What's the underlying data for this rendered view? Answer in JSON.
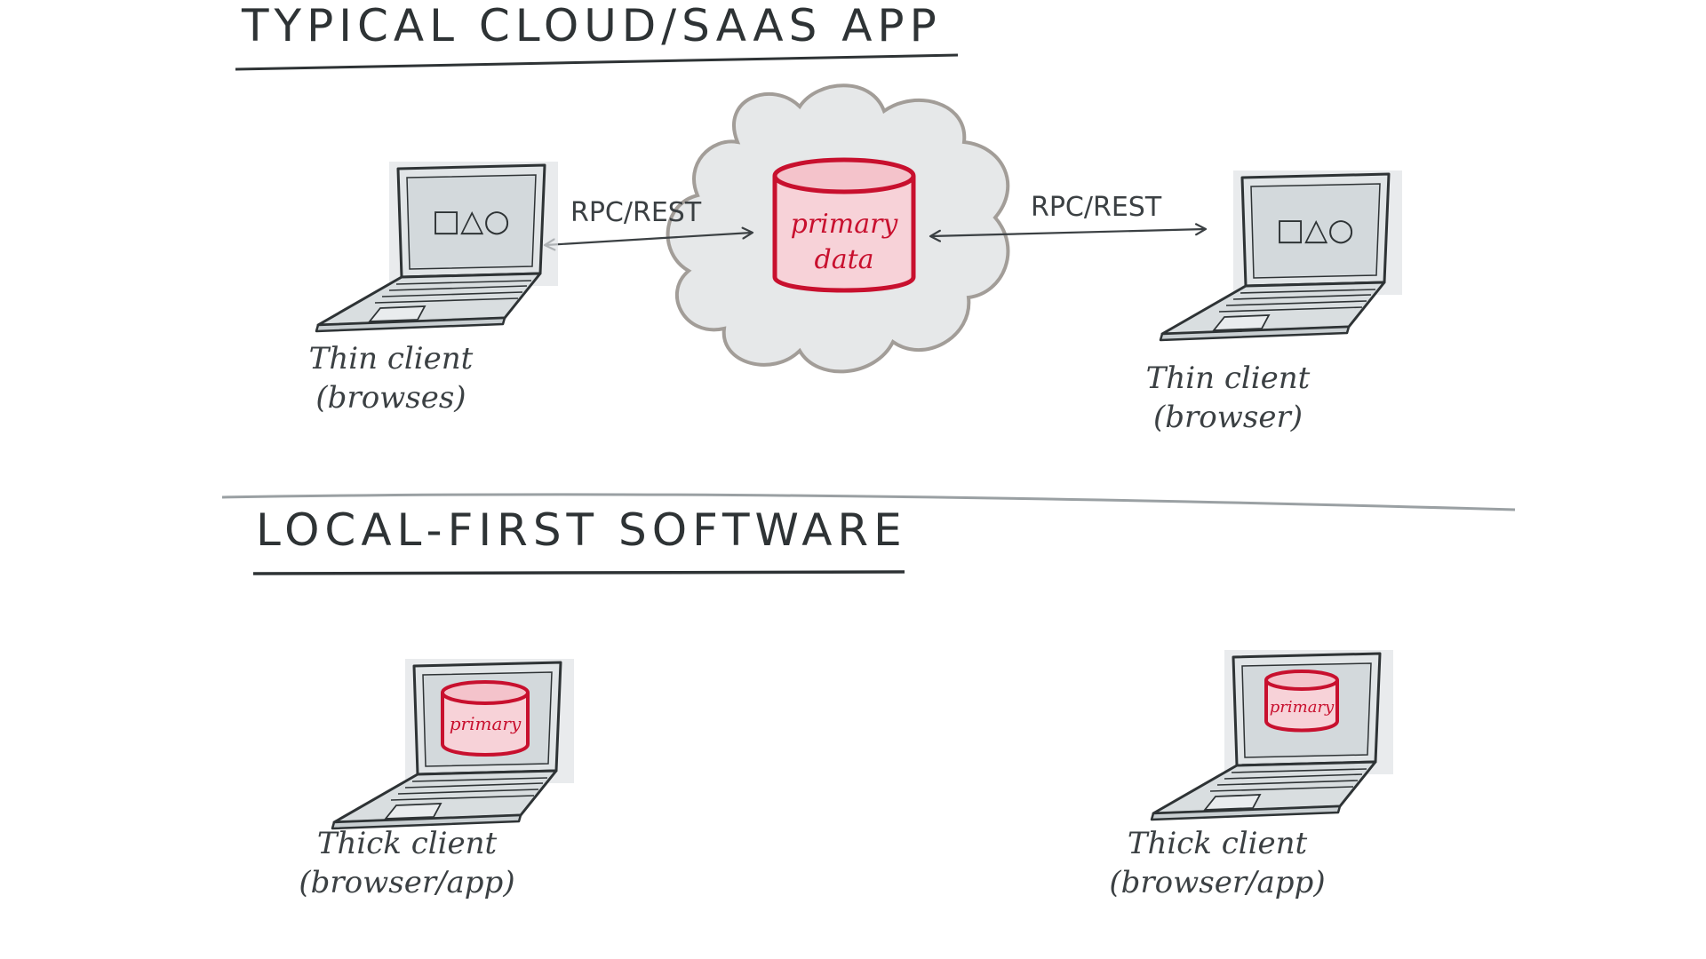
{
  "sections": {
    "cloud": {
      "title": "TYPICAL CLOUD/SAAS APP"
    },
    "local": {
      "title": "LOCAL-FIRST SOFTWARE"
    }
  },
  "cloud_diagram": {
    "server_label_line1": "primary",
    "server_label_line2": "data",
    "left_link_label": "RPC/REST",
    "right_link_label": "RPC/REST",
    "left_client": {
      "line1": "Thin client",
      "line2": "(browses)"
    },
    "right_client": {
      "line1": "Thin client",
      "line2": "(browser)"
    },
    "screen_glyphs": "□△○"
  },
  "local_diagram": {
    "left_client": {
      "db_label": "primary",
      "line1": "Thick client",
      "line2": "(browser/app)"
    },
    "right_client": {
      "db_label": "primary",
      "line1": "Thick client",
      "line2": "(browser/app)"
    }
  },
  "colors": {
    "ink": "#2e3335",
    "accent": "#c8102e",
    "accent_fill": "#f7d2d8",
    "cloud_fill": "#e6e8e9",
    "cloud_stroke": "#a29d98",
    "screen_fill": "#dde2e4"
  }
}
